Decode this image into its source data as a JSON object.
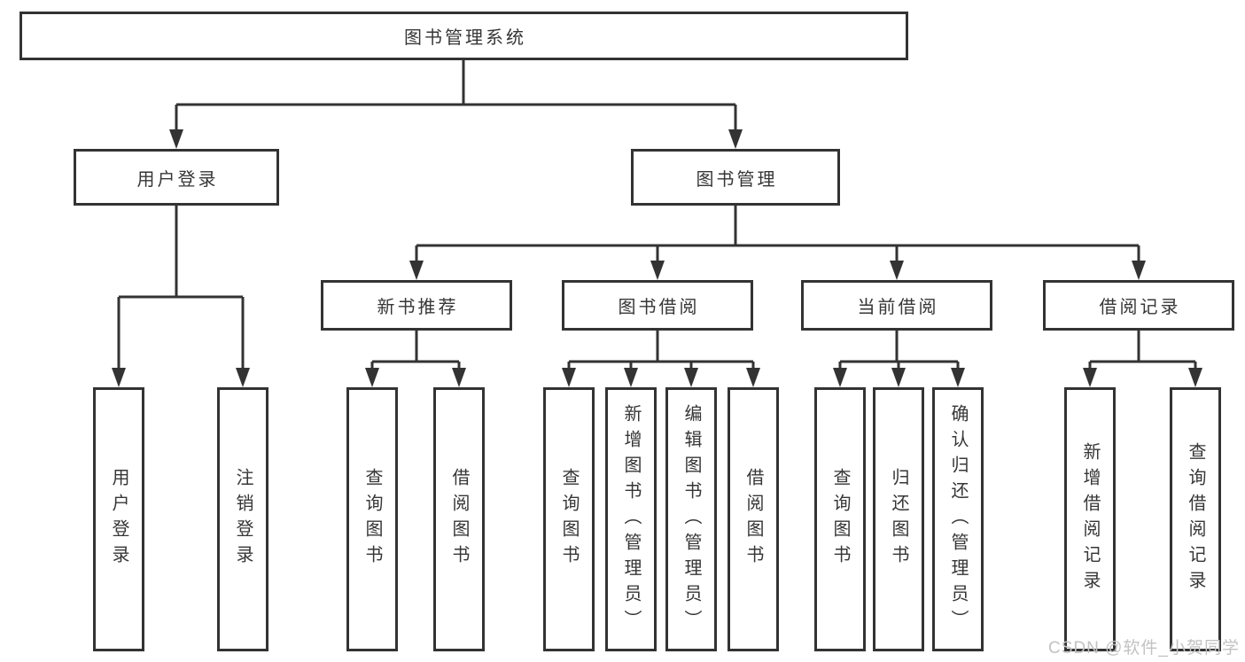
{
  "diagram": {
    "root": {
      "label": "图书管理系统"
    },
    "level1": [
      {
        "id": "user-login",
        "label": "用户登录",
        "parent": "图书管理系统"
      },
      {
        "id": "book-management",
        "label": "图书管理",
        "parent": "图书管理系统"
      }
    ],
    "level2": [
      {
        "id": "new-book-recommend",
        "label": "新书推荐",
        "parent": "图书管理"
      },
      {
        "id": "book-borrow",
        "label": "图书借阅",
        "parent": "图书管理"
      },
      {
        "id": "current-borrow",
        "label": "当前借阅",
        "parent": "图书管理"
      },
      {
        "id": "borrow-records",
        "label": "借阅记录",
        "parent": "图书管理"
      }
    ],
    "leaves": [
      {
        "label": "用户登录",
        "parent": "用户登录"
      },
      {
        "label": "注销登录",
        "parent": "用户登录"
      },
      {
        "label": "查询图书",
        "parent": "新书推荐"
      },
      {
        "label": "借阅图书",
        "parent": "新书推荐"
      },
      {
        "label": "查询图书",
        "parent": "图书借阅"
      },
      {
        "label": "新增图书（管理员）",
        "parent": "图书借阅"
      },
      {
        "label": "编辑图书（管理员）",
        "parent": "图书借阅"
      },
      {
        "label": "借阅图书",
        "parent": "图书借阅"
      },
      {
        "label": "查询图书",
        "parent": "当前借阅"
      },
      {
        "label": "归还图书",
        "parent": "当前借阅"
      },
      {
        "label": "确认归还（管理员）",
        "parent": "当前借阅"
      },
      {
        "label": "新增借阅记录",
        "parent": "借阅记录"
      },
      {
        "label": "查询借阅记录",
        "parent": "借阅记录"
      }
    ]
  },
  "watermark": {
    "text": "CSDN @软件_小贺同学"
  },
  "colors": {
    "line": "#333333",
    "box_border": "#333333",
    "text": "#363636",
    "background": "#ffffff",
    "watermark": "#c2c2c2"
  }
}
